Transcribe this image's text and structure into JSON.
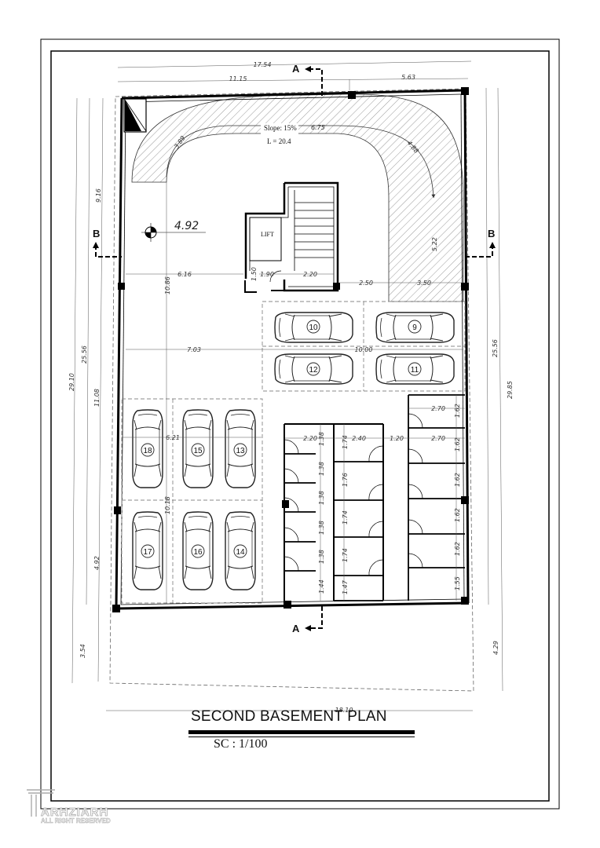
{
  "title": "SECOND BASEMENT PLAN",
  "scale": "SC :  1/100",
  "watermark": {
    "name": "ARHZIARH",
    "rights": "ALL RIGHT RESERVED"
  },
  "elevation": "4.92",
  "lift_label": "LIFT",
  "ramp": {
    "slope": "Slope: 15%",
    "length": "L = 20.4"
  },
  "section_marks": {
    "a": "A",
    "b": "B"
  },
  "dimensions": {
    "top_total": "17.54",
    "top_left": "11.15",
    "top_right": "5.63",
    "bottom_total": "18.10",
    "left_outer": "29.10",
    "left_inner": "25.56",
    "left_top": "9.16",
    "left_mid": "11.08",
    "left_low": "4.92",
    "left_bottom": "3.54",
    "right_outer": "29.85",
    "right_inner": "25.56",
    "right_bottom": "4.29",
    "ramp_left": "3.89",
    "ramp_top": "6.75",
    "ramp_right": "4.88",
    "ramp_vertical": "5.22",
    "d_616": "6.16",
    "d_190": "1.90",
    "d_220_top": "2.20",
    "d_250": "2.50",
    "d_350": "3.50",
    "d_150": "1.50",
    "d_1086": "10.86",
    "d_703": "7.03",
    "d_1000": "10.00",
    "d_621": "6.21",
    "d_1018": "10.18",
    "d_220_store": "2.20",
    "d_240": "2.40",
    "d_120": "1.20",
    "d_270_a": "2.70",
    "d_270_b": "2.70",
    "col1": [
      "1.38",
      "1.38",
      "1.38",
      "1.38",
      "1.38",
      "1.44"
    ],
    "col2": [
      "1.74",
      "1.76",
      "1.74",
      "1.74",
      "1.47"
    ],
    "col3": [
      "1.62",
      "1.62",
      "1.62",
      "1.62",
      "1.62",
      "1.55"
    ]
  },
  "parking_spaces": [
    "10",
    "9",
    "12",
    "11",
    "18",
    "15",
    "13",
    "17",
    "16",
    "14"
  ]
}
